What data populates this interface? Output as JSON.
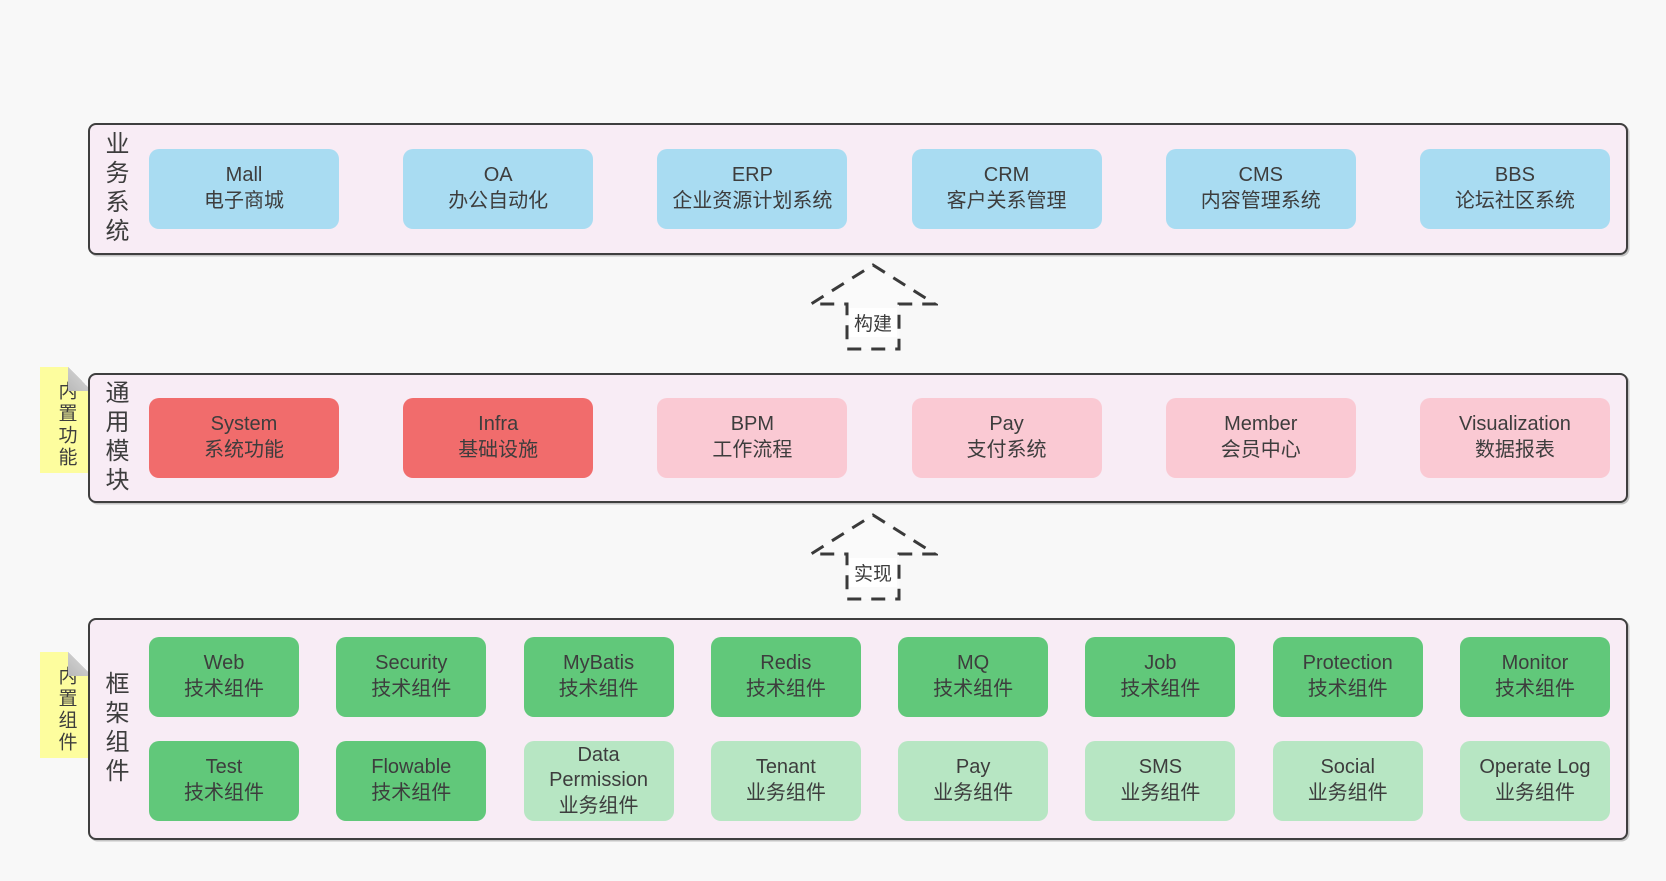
{
  "colors": {
    "page_bg": "#f8f8f8",
    "layer_bg": "#f8ecf5",
    "layer_border": "#3f3f3f",
    "blue_box": "#a9dcf2",
    "red_box": "#f16c6c",
    "pink_box": "#fac9d3",
    "green_box": "#61c87a",
    "light_green_box": "#b7e6c3",
    "note_yellow": "#fdfd9e",
    "text": "#3d3d3d"
  },
  "arrows": [
    {
      "label": "构建"
    },
    {
      "label": "实现"
    }
  ],
  "layers": {
    "business": {
      "label": "业务系统",
      "items": [
        {
          "name": "Mall",
          "desc": "电子商城"
        },
        {
          "name": "OA",
          "desc": "办公自动化"
        },
        {
          "name": "ERP",
          "desc": "企业资源计划系统"
        },
        {
          "name": "CRM",
          "desc": "客户关系管理"
        },
        {
          "name": "CMS",
          "desc": "内容管理系统"
        },
        {
          "name": "BBS",
          "desc": "论坛社区系统"
        }
      ]
    },
    "common": {
      "label": "通用模块",
      "note": "内置功能",
      "items": [
        {
          "name": "System",
          "desc": "系统功能"
        },
        {
          "name": "Infra",
          "desc": "基础设施"
        },
        {
          "name": "BPM",
          "desc": "工作流程"
        },
        {
          "name": "Pay",
          "desc": "支付系统"
        },
        {
          "name": "Member",
          "desc": "会员中心"
        },
        {
          "name": "Visualization",
          "desc": "数据报表"
        }
      ]
    },
    "framework": {
      "label": "框架组件",
      "note": "内置组件",
      "rows": [
        [
          {
            "name": "Web",
            "desc": "技术组件"
          },
          {
            "name": "Security",
            "desc": "技术组件"
          },
          {
            "name": "MyBatis",
            "desc": "技术组件"
          },
          {
            "name": "Redis",
            "desc": "技术组件"
          },
          {
            "name": "MQ",
            "desc": "技术组件"
          },
          {
            "name": "Job",
            "desc": "技术组件"
          },
          {
            "name": "Protection",
            "desc": "技术组件"
          },
          {
            "name": "Monitor",
            "desc": "技术组件"
          }
        ],
        [
          {
            "name": "Test",
            "desc": "技术组件"
          },
          {
            "name": "Flowable",
            "desc": "技术组件"
          },
          {
            "name": "Data Permission",
            "desc": "业务组件"
          },
          {
            "name": "Tenant",
            "desc": "业务组件"
          },
          {
            "name": "Pay",
            "desc": "业务组件"
          },
          {
            "name": "SMS",
            "desc": "业务组件"
          },
          {
            "name": "Social",
            "desc": "业务组件"
          },
          {
            "name": "Operate Log",
            "desc": "业务组件"
          }
        ]
      ]
    }
  }
}
